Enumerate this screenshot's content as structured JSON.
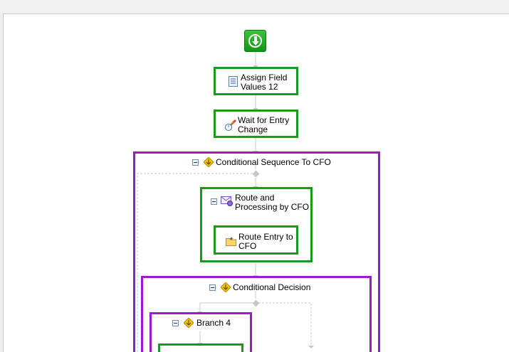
{
  "workflow": {
    "nodes": {
      "assign_field": {
        "label": "Assign Field Values 12",
        "line1": "Assign Field",
        "line2": "Values 12"
      },
      "wait_entry": {
        "label": "Wait for Entry Change",
        "line1": "Wait for Entry",
        "line2": "Change"
      },
      "conditional_sequence": {
        "label": "Conditional Sequence To CFO"
      },
      "route_processing": {
        "label": "Route and Processing by CFO",
        "line1": "Route and",
        "line2": "Processing by CFO"
      },
      "route_entry": {
        "label": "Route Entry to CFO",
        "line1": "Route Entry to",
        "line2": "CFO"
      },
      "conditional_decision": {
        "label": "Conditional Decision"
      },
      "branch4": {
        "label": "Branch 4"
      }
    }
  },
  "colors": {
    "activity_border": "#1a9a1a",
    "container_border": "#9a1ad0",
    "connector": "#c8c8c8",
    "start_green": "#22aa22"
  },
  "icons": {
    "start": "start-down-arrow-icon",
    "assign": "document-list-icon",
    "wait": "pencil-clock-icon",
    "conditional": "yellow-diamond-arrow-icon",
    "route_processing": "envelope-gear-icon",
    "route_entry": "folder-icon",
    "collapse": "collapse-minus-icon"
  }
}
